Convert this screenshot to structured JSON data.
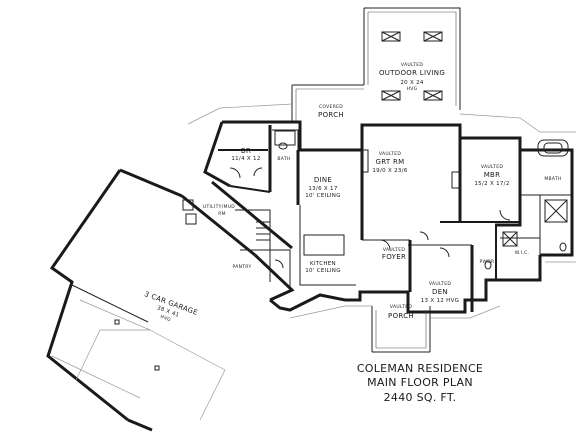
{
  "rooms": {
    "outdoor_living": {
      "note": "VAULTED",
      "name": "OUTDOOR LIVING",
      "dim": "20 X 24",
      "extra": "HVG"
    },
    "covered_porch": {
      "note": "COVERED",
      "name": "PORCH"
    },
    "br": {
      "name": "BR",
      "dim": "11/4 X 12"
    },
    "bath": {
      "name": "BATH"
    },
    "dine": {
      "name": "DINE",
      "dim": "13/6 X 17",
      "extra": "10' CEILING"
    },
    "grt_rm": {
      "note": "VAULTED",
      "name": "GRT RM",
      "dim": "19/0 X 23/6"
    },
    "mbr": {
      "note": "VAULTED",
      "name": "MBR",
      "dim": "15/2 X 17/2"
    },
    "mbath": {
      "name": "MBATH"
    },
    "utility": {
      "name": "UTILITY/MUD",
      "sub": "RM"
    },
    "kitchen": {
      "name": "KITCHEN",
      "extra": "10' CEILING"
    },
    "foyer": {
      "note": "VAULTED",
      "name": "FOYER"
    },
    "pwdr": {
      "name": "PWDR"
    },
    "wic": {
      "name": "W.I.C."
    },
    "den": {
      "note": "VAULTED",
      "name": "DEN",
      "dim": "13 X 12 HVG"
    },
    "pantry": {
      "name": "PANTRY"
    },
    "garage": {
      "name": "3 CAR GARAGE",
      "dim": "38 X 41",
      "extra": "HVG"
    },
    "front_porch": {
      "note": "VAULTED",
      "name": "PORCH"
    }
  },
  "title": {
    "line1": "COLEMAN RESIDENCE",
    "line2": "MAIN FLOOR PLAN",
    "line3": "2440 SQ. FT."
  }
}
